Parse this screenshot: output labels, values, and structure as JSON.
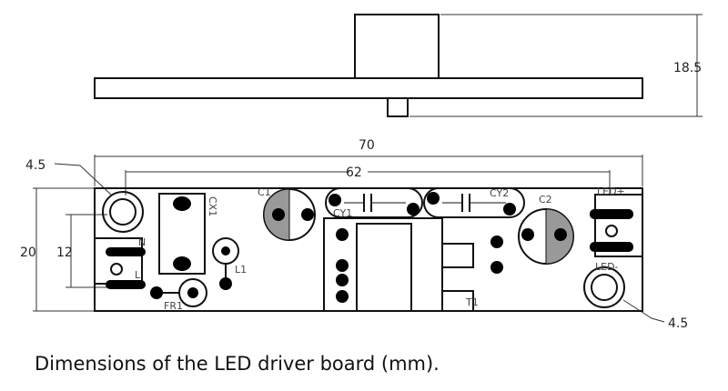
{
  "dimensions": {
    "height": "18.5",
    "overall_length": "70",
    "hole_spacing": "62",
    "width": "20",
    "inner_width": "12",
    "hole_left": "4.5",
    "hole_right": "4.5"
  },
  "labels": {
    "cx1": "CX1",
    "c1": "C1",
    "cy1": "CY1",
    "cy2": "CY2",
    "c2": "C2",
    "l1": "L1",
    "fr1": "FR1",
    "t1": "T1",
    "n": "N",
    "l": "L",
    "led_plus": "LED+",
    "led_minus": "LED-"
  },
  "caption": "Dimensions of the LED driver board (mm)."
}
